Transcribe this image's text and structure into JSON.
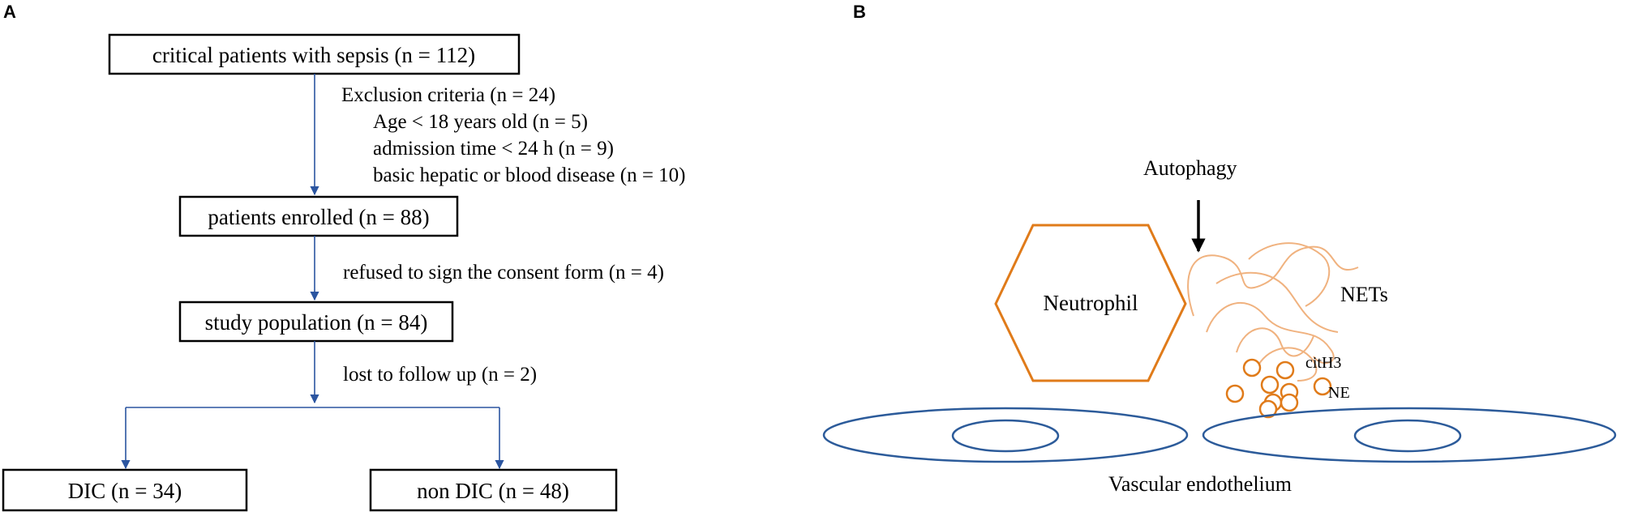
{
  "panels": {
    "a": "A",
    "b": "B"
  },
  "flowchart": {
    "top_box": "critical patients with sepsis (n = 112)",
    "exclusion": {
      "heading": "Exclusion criteria  (n = 24)",
      "items": [
        "Age < 18 years old (n = 5)",
        "admission time < 24  h (n = 9)",
        "basic hepatic or blood disease (n = 10)"
      ]
    },
    "enrolled_box": "patients enrolled (n = 88)",
    "refused_note": "refused to sign the consent form (n = 4)",
    "study_box": "study population (n = 84)",
    "lost_note": "lost to follow up (n = 2)",
    "dic_box": "DIC (n = 34)",
    "non_dic_box": "non DIC (n = 48)"
  },
  "mechanism": {
    "autophagy_label": "Autophagy",
    "neutrophil_label": "Neutrophil",
    "nets_label": "NETs",
    "cith3_label": "citH3",
    "ne_label": "NE",
    "endothelium_label": "Vascular  endothelium"
  },
  "colors": {
    "arrow_blue": "#2b55a0",
    "cell_blue": "#2c5b9a",
    "neutrophil_orange": "#e07b1a",
    "nets_orange": "#f0b27f"
  }
}
